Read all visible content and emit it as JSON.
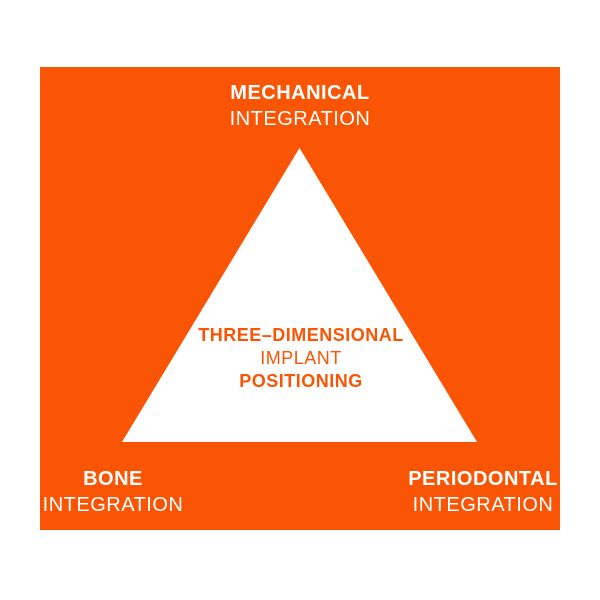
{
  "colors": {
    "orange": "#FA5505",
    "white": "#FFFFFF"
  },
  "diagram": {
    "top_label": {
      "line1": "MECHANICAL",
      "line2": "INTEGRATION"
    },
    "center_label": {
      "line1": "THREE–DIMENSIONAL",
      "line2": "IMPLANT",
      "line3": "POSITIONING"
    },
    "bottom_left_label": {
      "line1": "BONE",
      "line2": "INTEGRATION"
    },
    "bottom_right_label": {
      "line1": "PERIODONTAL",
      "line2": "INTEGRATION"
    }
  }
}
